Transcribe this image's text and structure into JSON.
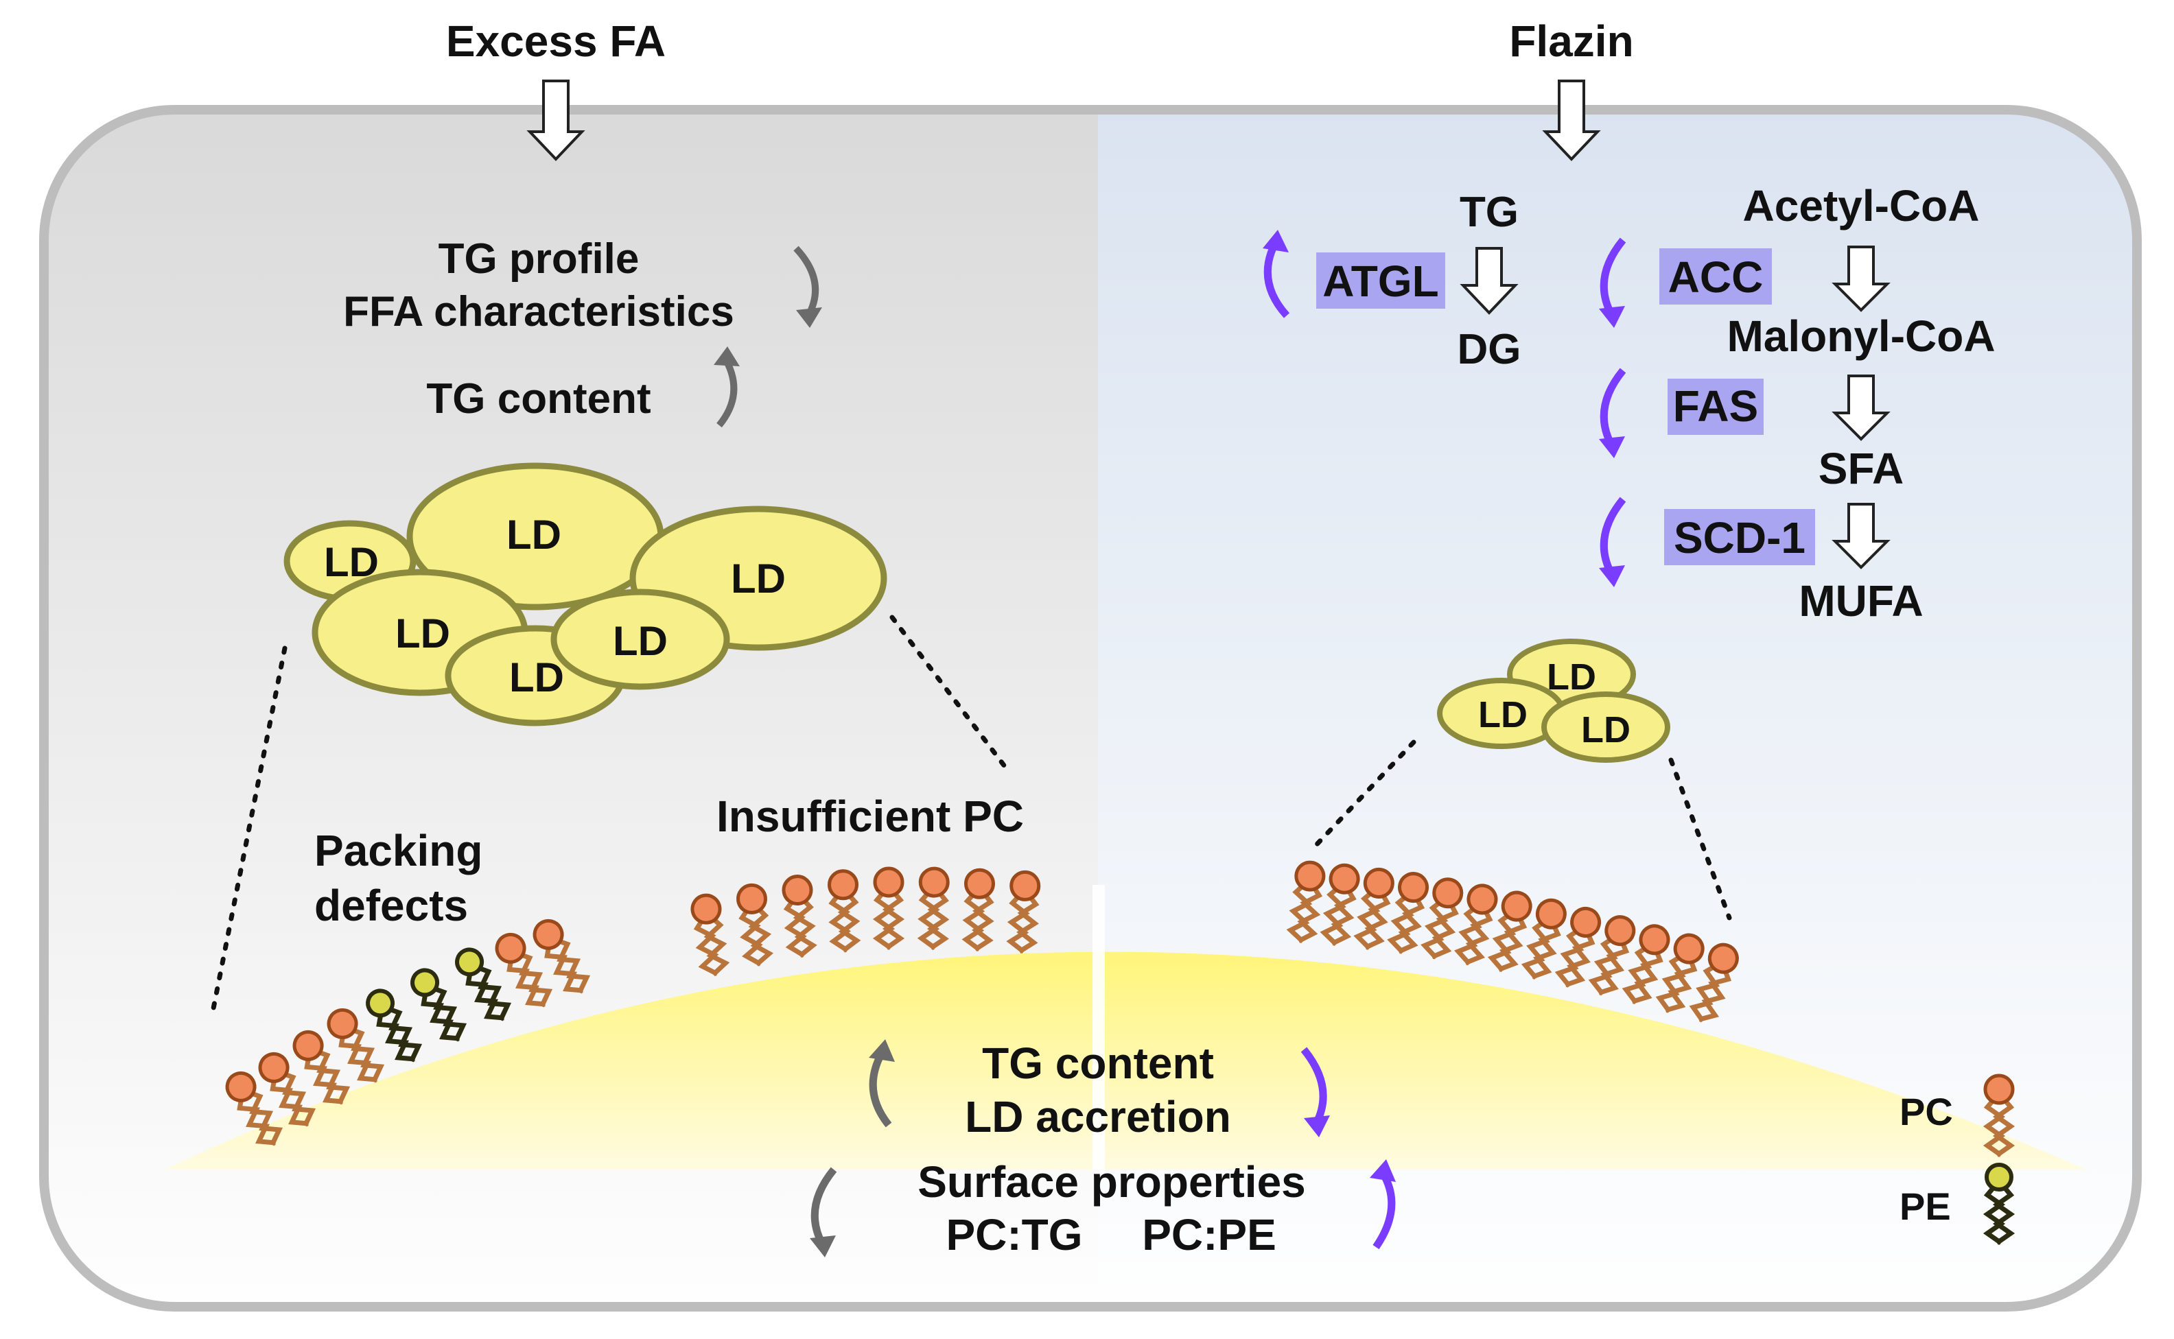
{
  "left": {
    "top_label": "Excess FA",
    "tg_profile": "TG profile",
    "ffa_characteristics": "FFA characteristics",
    "tg_content": "TG content",
    "ld_label": "LD",
    "packing_line1": "Packing",
    "packing_line2": "defects",
    "insufficient_pc": "Insufficient PC"
  },
  "right": {
    "top_label": "Flazin",
    "tg": "TG",
    "atgl": "ATGL",
    "dg": "DG",
    "acetyl_coa": "Acetyl-CoA",
    "acc": "ACC",
    "malonyl_coa": "Malonyl-CoA",
    "fas": "FAS",
    "sfa": "SFA",
    "scd1": "SCD-1",
    "mufa": "MUFA",
    "ld_label": "LD"
  },
  "bottom": {
    "tg_content": "TG content",
    "ld_accretion": "LD accretion",
    "surface_properties": "Surface properties",
    "pc_tg": "PC:TG",
    "pc_pe": "PC:PE"
  },
  "legend": {
    "pc": "PC",
    "pe": "PE"
  },
  "colors": {
    "left_panel": "#dcdcdc",
    "right_panel": "#dfe7f2",
    "ld_fill": "#f7f08a",
    "ld_stroke": "#8c8a3c",
    "pc_head": "#f08a5a",
    "pc_tail": "#b8743a",
    "pe_head": "#d8d84a",
    "pe_tail": "#2c2c10",
    "purple": "#7a3cff",
    "gray_arrow": "#6b6b6b",
    "highlight": "#a9a5f0"
  }
}
